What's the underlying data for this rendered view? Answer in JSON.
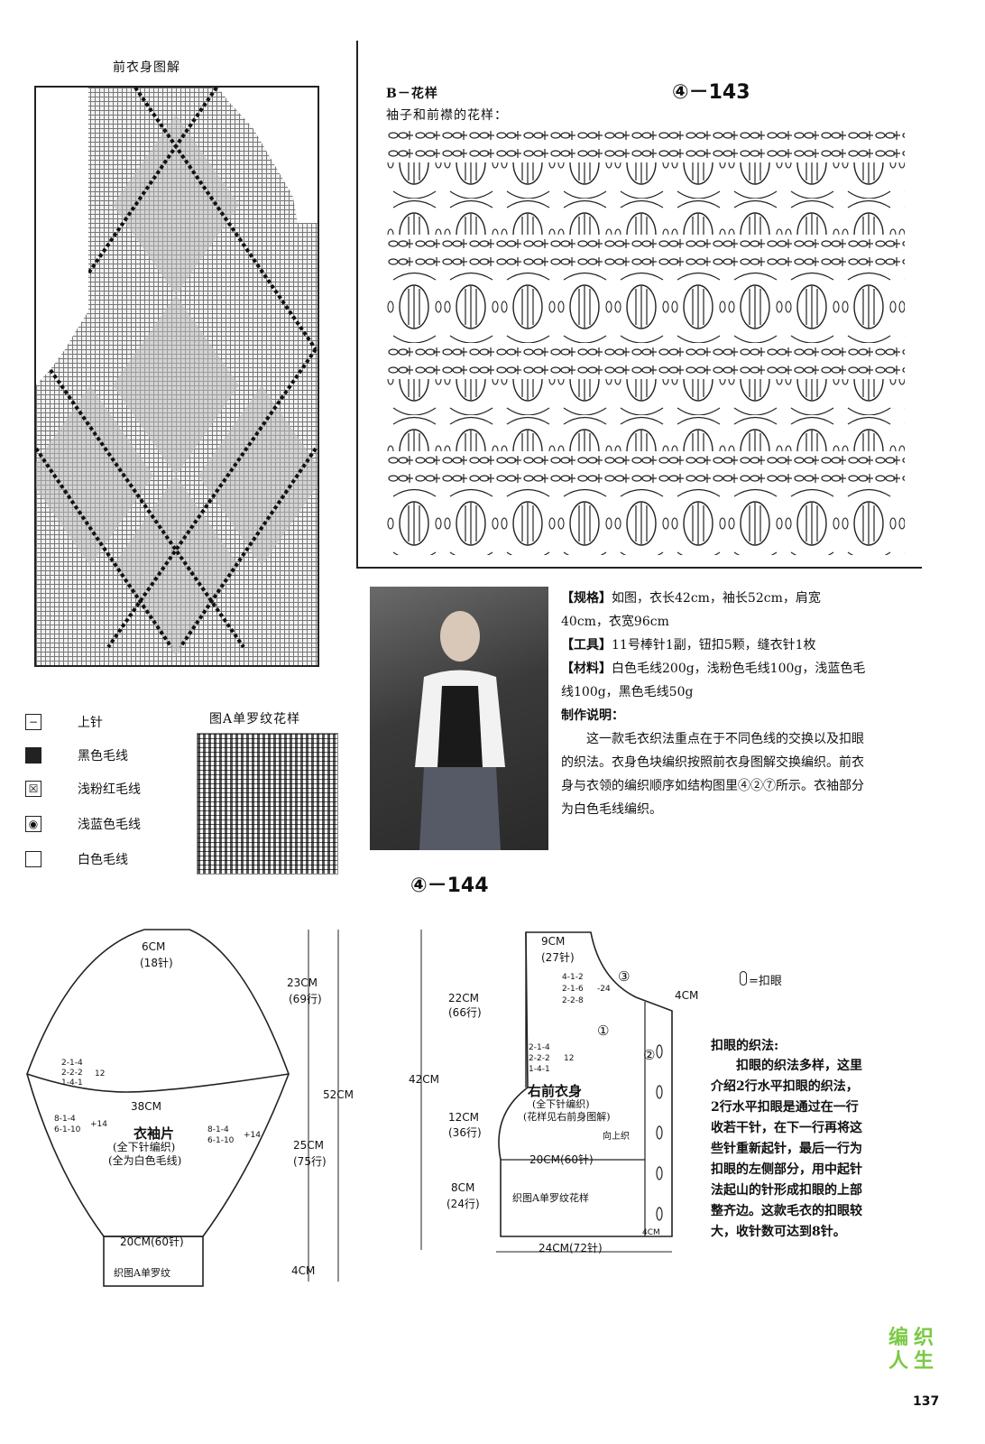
{
  "front_chart": {
    "title": "前衣身图解"
  },
  "legend": [
    {
      "symbol": "−",
      "label": "上针",
      "icon": "purl-stitch-icon"
    },
    {
      "symbol": "■",
      "label": "黑色毛线",
      "icon": "black-yarn-icon"
    },
    {
      "symbol": "☒",
      "label": "浅粉红毛线",
      "icon": "light-pink-yarn-icon"
    },
    {
      "symbol": "◉",
      "label": "浅蓝色毛线",
      "icon": "light-blue-yarn-icon"
    },
    {
      "symbol": "",
      "label": "白色毛线",
      "icon": "white-yarn-icon"
    }
  ],
  "rib_chart": {
    "title": "图A单罗纹花样"
  },
  "pattern_b": {
    "title": "B－花样",
    "subtitle": "袖子和前襟的花样：",
    "number": "④－143"
  },
  "spec": {
    "spec_label": "【规格】",
    "spec_text": "如图，衣长42cm，袖长52cm，肩宽40cm，衣宽96cm",
    "tool_label": "【工具】",
    "tool_text": "11号棒针1副，钮扣5颗，缝衣针1枚",
    "material_label": "【材料】",
    "material_text": "白色毛线200g，浅粉色毛线100g，浅蓝色毛线100g，黑色毛线50g",
    "method_title": "制作说明：",
    "method_text": "这一款毛衣织法重点在于不同色线的交换以及扣眼的织法。衣身色块编织按照前衣身图解交换编织。前衣身与衣领的编织顺序如结构图里④②⑦所示。衣袖部分为白色毛线编织。"
  },
  "pattern_144": {
    "number": "④－144"
  },
  "sleeve": {
    "top_width": "6CM",
    "top_rows": "(18针)",
    "dec_top": [
      "2-1-4",
      "2-2-2",
      "1-4-1"
    ],
    "dec_top_total": "12",
    "width": "38CM",
    "inc_left": [
      "8-1-4",
      "6-1-10"
    ],
    "inc_left_total": "+14",
    "inc_right": [
      "8-1-4",
      "6-1-10"
    ],
    "inc_right_total": "+14",
    "name": "衣袖片",
    "note1": "(全下针编织)",
    "note2": "(全为白色毛线)",
    "cuff_width": "20CM(60针)",
    "cuff_note": "织图A单罗纹",
    "h1": "23CM",
    "h1_rows": "(69行)",
    "h2": "25CM",
    "h2_rows": "(75行)",
    "h3": "4CM",
    "total": "52CM"
  },
  "front": {
    "neck_width": "9CM",
    "neck_sts": "(27针)",
    "neck_dec": [
      "4-1-2",
      "2-1-6",
      "2-2-8"
    ],
    "neck_dec_total": "-24",
    "band": "4CM",
    "h1": "22CM",
    "h1_rows": "(66行)",
    "arm_dec": [
      "2-1-4",
      "2-2-2",
      "1-4-1"
    ],
    "arm_dec_total": "12",
    "name": "右前衣身",
    "note1": "(全下针编织)",
    "note2": "(花样见右前身图解)",
    "dir": "向上织",
    "h2": "12CM",
    "h2_rows": "(36行)",
    "total": "42CM",
    "body_width": "20CM(60针)",
    "h3": "8CM",
    "h3_rows": "(24行)",
    "rib_note": "织图A单罗纹花样",
    "band_bottom": "4CM",
    "bottom_width": "24CM(72针)",
    "marker1": "①",
    "marker2": "②",
    "marker3": "③"
  },
  "buttonhole": {
    "legend": "=扣眼",
    "title": "扣眼的织法:",
    "text": "扣眼的织法多样，这里介绍2行水平扣眼的织法，2行水平扣眼是通过在一行收若干针，在下一行再将这些针重新起针，最后一行为扣眼的左侧部分，用中起针法起山的针形成扣眼的上部整齐边。这款毛衣的扣眼较大，收针数可达到8针。"
  },
  "footer": {
    "logo": "编织人生",
    "page": "137"
  }
}
